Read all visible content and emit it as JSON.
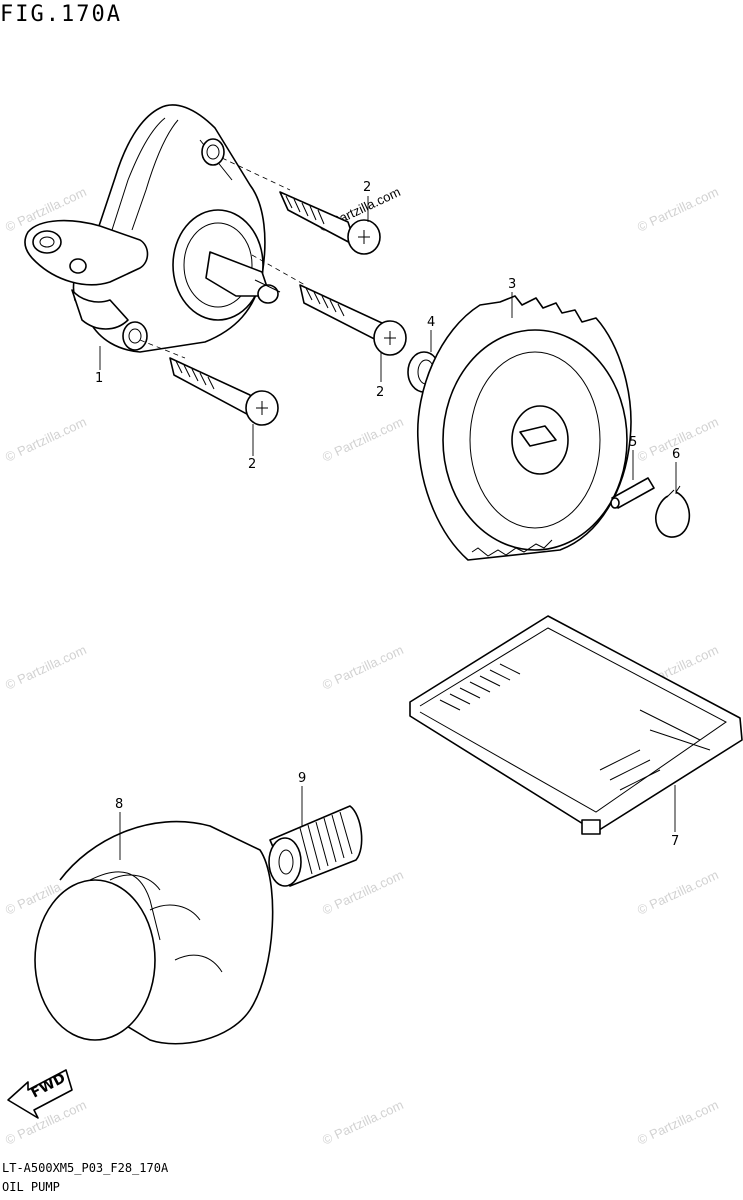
{
  "figure": {
    "title": "FIG.170A",
    "drawing_code": "LT-A500XM5_P03_F28_170A",
    "caption": "OIL PUMP"
  },
  "watermark": {
    "text": "© Partzilla.com"
  },
  "callouts": {
    "c1": "1",
    "c2a": "2",
    "c2b": "2",
    "c2c": "2",
    "c3": "3",
    "c4": "4",
    "c5": "5",
    "c6": "6",
    "c7": "7",
    "c8": "8",
    "c9": "9"
  },
  "fwd_arrow": {
    "label": "FWD"
  },
  "icons": {
    "pump": "oil-pump-body-drawing",
    "bolt": "bolt-drawing",
    "gear": "driven-gear-drawing",
    "washer": "washer-drawing",
    "pin": "pin-drawing",
    "circlip": "circlip-drawing",
    "strainer": "oil-strainer-drawing",
    "filter": "oil-filter-drawing",
    "union": "union-bolt-drawing"
  }
}
